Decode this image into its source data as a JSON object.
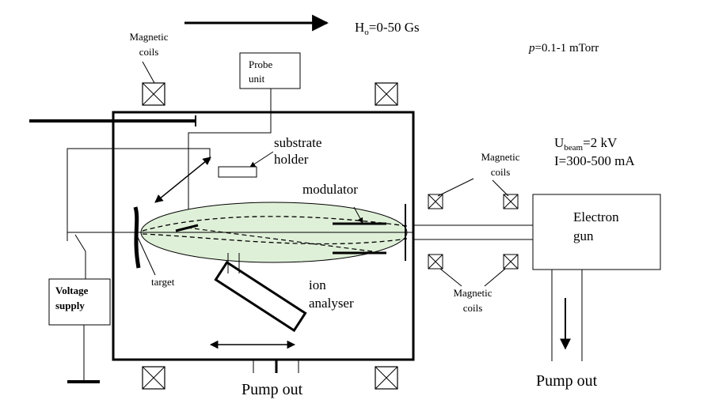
{
  "field": {
    "label_main": "H",
    "label_sub": "o",
    "label_rest": "=0-50 Gs"
  },
  "pressure": {
    "var": "p",
    "rest": "=0.1-1 mTorr"
  },
  "beam": {
    "u_main": "U",
    "u_sub": "beam",
    "u_rest": "=2 kV",
    "current": "I=300-500 mA"
  },
  "labels": {
    "magnetic_coils_top_l1": "Magnetic",
    "magnetic_coils_top_l2": "coils",
    "probe_l1": "Probe",
    "probe_l2": "unit",
    "substrate_l1": "substrate",
    "substrate_l2": "holder",
    "modulator": "modulator",
    "magnetic_coils_mid_l1": "Magnetic",
    "magnetic_coils_mid_l2": "coils",
    "magnetic_coils_low_l1": "Magnetic",
    "magnetic_coils_low_l2": "coils",
    "electron_gun_l1": "Electron",
    "electron_gun_l2": "gun",
    "target": "target",
    "ion_l1": "ion",
    "ion_l2": "analyser",
    "voltage_l1": "Voltage",
    "voltage_l2": "supply",
    "pump_out_chamber": "Pump out",
    "pump_out_gun": "Pump out"
  },
  "colors": {
    "plasma_fill": "#dff0d8",
    "line": "#000000",
    "background": "#ffffff"
  }
}
